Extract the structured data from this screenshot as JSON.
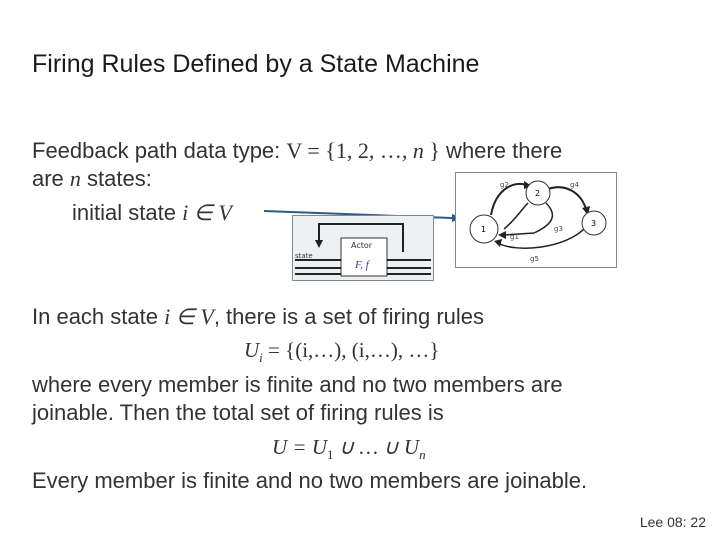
{
  "slide": {
    "title": "Firing Rules Defined by a State Machine",
    "line1_prefix": "Feedback path data type: ",
    "line1_math": "V = {1, 2, …, ",
    "line1_n": "n",
    "line1_close": " }",
    "line1_suffix": " where there",
    "line2_a": "are ",
    "line2_n": "n",
    "line2_b": " states:",
    "line3_text": "initial state ",
    "line3_math": "i ∈ V",
    "line4_a": "In each state ",
    "line4_math": "i ∈ V",
    "line4_b": ", there is a set of firing rules",
    "eq1_U": "U",
    "eq1_sub": "i",
    "eq1_rest": " = {(i,…), (i,…), …}",
    "line6": "where every member is finite and no two members are",
    "line7": "joinable. Then the total set of firing rules is",
    "eq2_a": "U",
    "eq2_b": " = U",
    "eq2_sub1": "1",
    "eq2_c": " ∪ … ∪ U",
    "eq2_subn": "n",
    "line9": "Every member is finite and no two members are joinable.",
    "footer": "Lee 08: 22"
  },
  "actor_figure": {
    "actor_label": "Actor",
    "state_label": "state",
    "func_label": "F, f"
  },
  "state_diagram": {
    "states": [
      "1",
      "2",
      "3"
    ],
    "edge_labels": [
      "g2",
      "g4",
      "g1",
      "g3",
      "g5"
    ]
  }
}
